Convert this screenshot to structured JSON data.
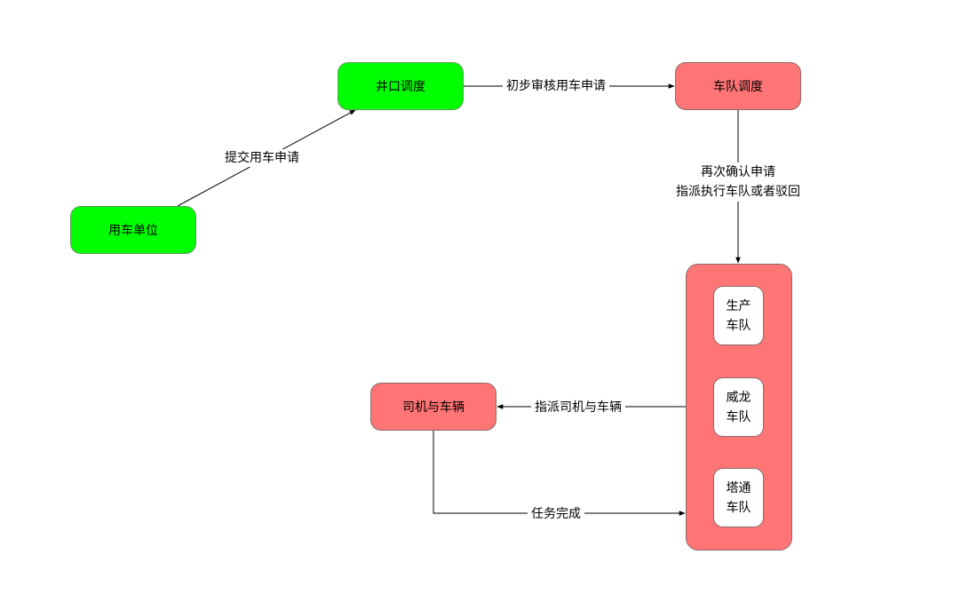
{
  "diagram": {
    "nodes": {
      "user_unit": {
        "label": "用车单位",
        "color": "#00ff00"
      },
      "well_dispatch": {
        "label": "井口调度",
        "color": "#00ff00"
      },
      "fleet_dispatch": {
        "label": "车队调度",
        "color": "#ff7474"
      },
      "driver_vehicle": {
        "label": "司机与车辆",
        "color": "#ff7474"
      },
      "fleets_group": {
        "color": "#ff7474"
      },
      "fleets": [
        {
          "line1": "生产",
          "line2": "车队"
        },
        {
          "line1": "威龙",
          "line2": "车队"
        },
        {
          "line1": "塔通",
          "line2": "车队"
        }
      ]
    },
    "edges": {
      "submit": {
        "label": "提交用车申请",
        "from": "用车单位",
        "to": "井口调度"
      },
      "review": {
        "label": "初步审核用车申请",
        "from": "井口调度",
        "to": "车队调度"
      },
      "confirm": {
        "line1": "再次确认申请",
        "line2": "指派执行车队或者驳回",
        "from": "车队调度",
        "to": "车队"
      },
      "assign": {
        "label": "指派司机与车辆",
        "from": "车队",
        "to": "司机与车辆"
      },
      "complete": {
        "label": "任务完成",
        "from": "司机与车辆",
        "to": "车队"
      }
    }
  }
}
